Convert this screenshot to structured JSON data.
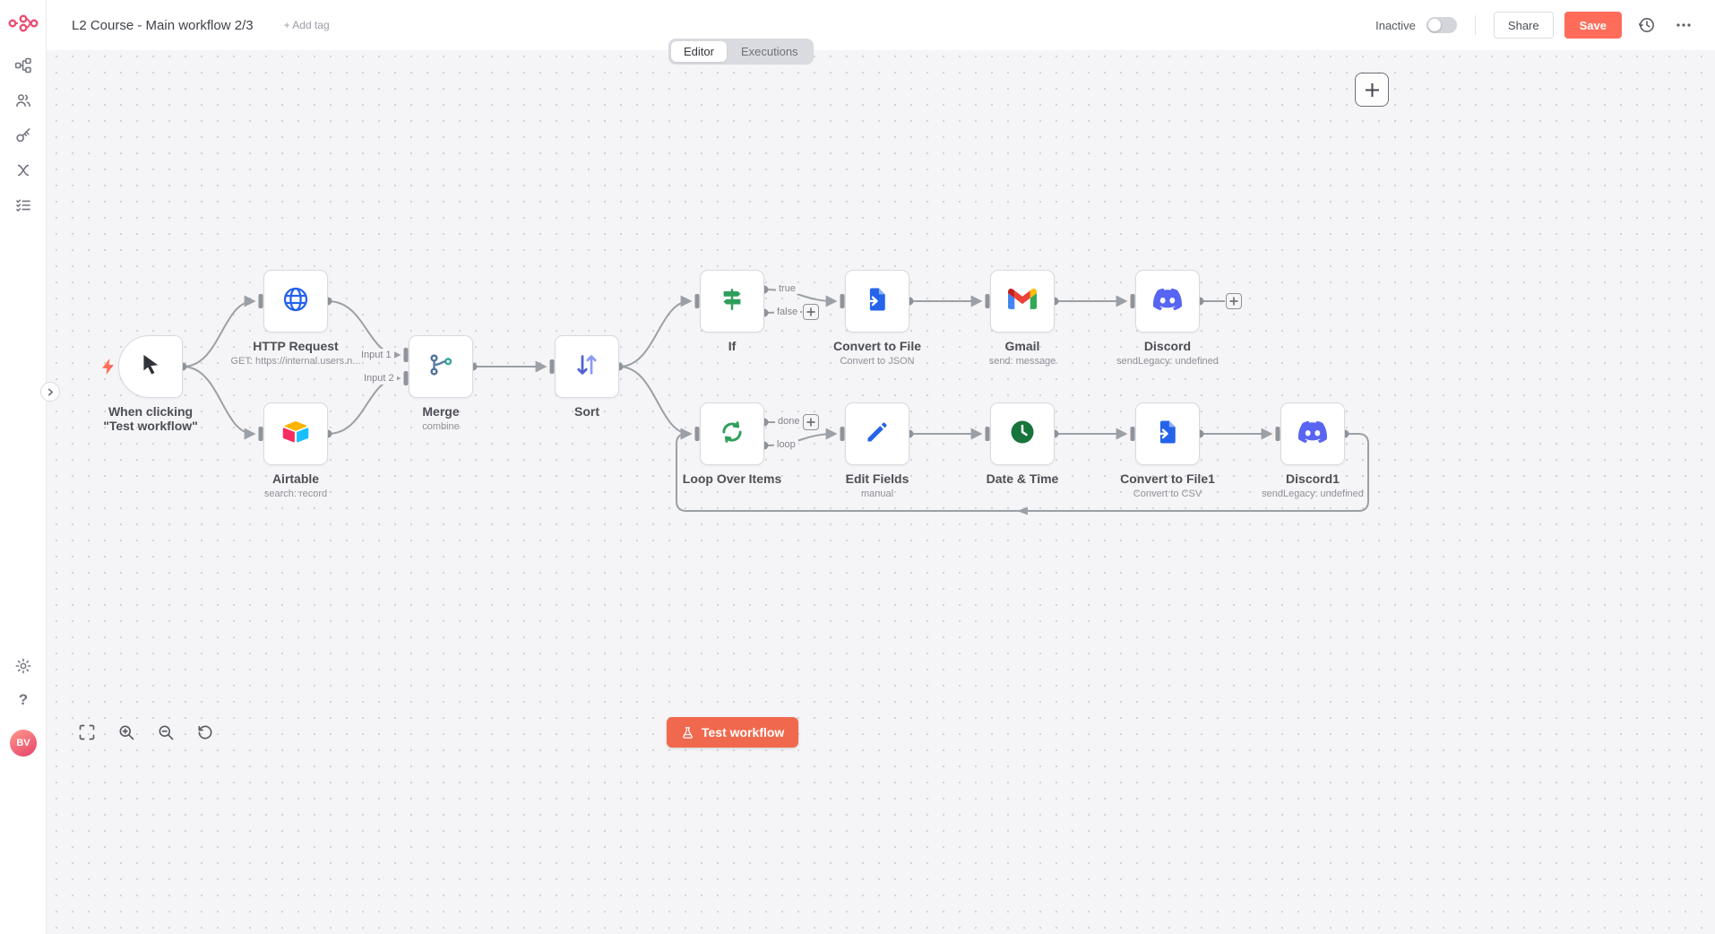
{
  "header": {
    "title": "L2 Course - Main workflow 2/3",
    "add_tag_label": "+ Add tag",
    "tabs": {
      "editor": "Editor",
      "executions": "Executions"
    },
    "activation": {
      "label": "Inactive",
      "enabled": false
    },
    "share_label": "Share",
    "save_label": "Save"
  },
  "sidebar": {
    "avatar_initials": "BV"
  },
  "canvas": {
    "nodes": [
      {
        "name": "When clicking \"Test workflow\"",
        "subtitle": "",
        "icon": "cursor-icon"
      },
      {
        "name": "HTTP Request",
        "subtitle": "GET: https://internal.users.n...",
        "icon": "globe-icon"
      },
      {
        "name": "Airtable",
        "subtitle": "search: record",
        "icon": "airtable-icon"
      },
      {
        "name": "Merge",
        "subtitle": "combine",
        "icon": "merge-icon"
      },
      {
        "name": "Sort",
        "subtitle": "",
        "icon": "sort-icon"
      },
      {
        "name": "If",
        "subtitle": "",
        "icon": "signpost-icon"
      },
      {
        "name": "Convert to File",
        "subtitle": "Convert to JSON",
        "icon": "file-export-icon"
      },
      {
        "name": "Gmail",
        "subtitle": "send: message",
        "icon": "gmail-icon"
      },
      {
        "name": "Discord",
        "subtitle": "sendLegacy: undefined",
        "icon": "discord-icon"
      },
      {
        "name": "Loop Over Items",
        "subtitle": "",
        "icon": "loop-icon"
      },
      {
        "name": "Edit Fields",
        "subtitle": "manual",
        "icon": "pencil-icon"
      },
      {
        "name": "Date & Time",
        "subtitle": "",
        "icon": "clock-icon"
      },
      {
        "name": "Convert to File1",
        "subtitle": "Convert to CSV",
        "icon": "file-export-icon"
      },
      {
        "name": "Discord1",
        "subtitle": "sendLegacy: undefined",
        "icon": "discord-icon"
      }
    ],
    "connection_labels": {
      "input1": "Input 1",
      "input2": "Input 2",
      "if_true": "true",
      "if_false": "false",
      "loop_done": "done",
      "loop_loop": "loop"
    }
  },
  "footer": {
    "test_workflow_label": "Test workflow"
  },
  "colors": {
    "accent": "#ff6d5a",
    "green": "#2e9e5b",
    "blue": "#2563eb",
    "blurple": "#5865f2",
    "connector_gray": "#9aa0a6"
  }
}
